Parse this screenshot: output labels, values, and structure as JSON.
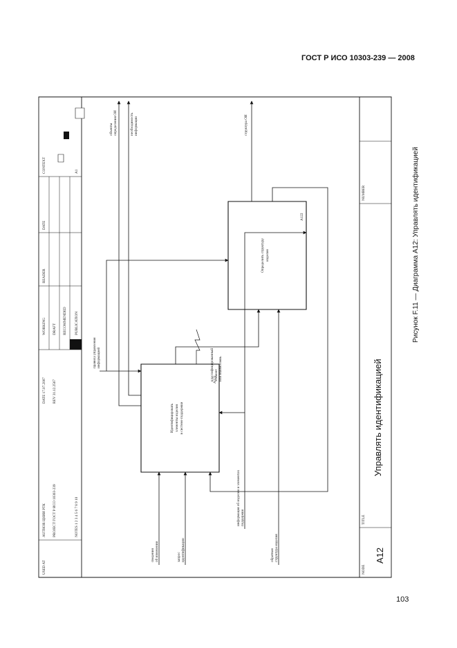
{
  "standard": "ГОСТ Р ИСО 10303-239 — 2008",
  "page_number": "103",
  "caption": "Рисунок F.11 — Диаграмма А12: Управлять идентификацией",
  "frame": {
    "used_at": "USED AT",
    "author": "AUTHOR ЦНИИ РТК",
    "project": "PROJECT ГОСТ Р ИСО 10303-239",
    "notes": "NOTES 1 2 3 4 5 6 7 8 9 10",
    "date": "DATE 17.07.2007",
    "rev": "REV 31.12.2567",
    "working": "WORKING",
    "draft": "DRAFT",
    "recommended": "RECOMMENDED",
    "publication": "PUBLICATION",
    "reader": "READER",
    "date2": "DATE",
    "context": "CONTEXT",
    "context_node": "A1",
    "node_label": "NODE",
    "node": "A12",
    "title_label": "TITLE",
    "title": "Управлять идентификацией",
    "number_label": "NUMBER"
  },
  "boxes": [
    {
      "id": "A121",
      "label": [
        "Идентифицировать",
        "элементы изделия",
        "в системе поддержки"
      ]
    },
    {
      "id": "A122",
      "label": [
        "Определить структуру",
        "изделия"
      ]
    }
  ],
  "arrows": {
    "inputs": [
      [
        "сведения",
        "об изменении"
      ],
      [
        "запрос",
        "идентификации"
      ],
      [
        "обратная",
        "структура изделия"
      ]
    ],
    "controls": [
      [
        "правила управления",
        "информацией"
      ],
      [
        "информация об изделии и элементах",
        "поддержки"
      ]
    ],
    "outputs": [
      [
        "объекты",
        "определения ОИ"
      ],
      [
        "необходимость",
        "информации"
      ],
      [
        "структура ОИ"
      ]
    ],
    "mechanism": [
      "классифицированный",
      "элемент",
      "или взаимосвязь"
    ]
  }
}
